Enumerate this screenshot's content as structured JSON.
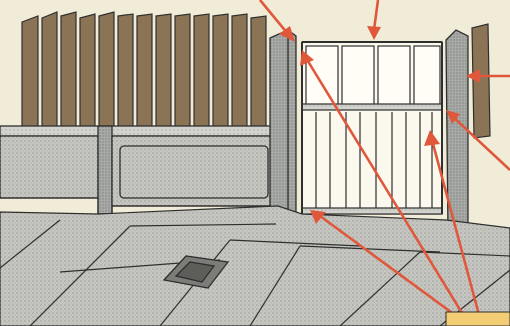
{
  "illustration": {
    "subject": "picket-fence-and-garden-gate",
    "callout_arrows": [
      "arrow-gate-top",
      "arrow-fence-post",
      "arrow-gate-rail",
      "arrow-gate-frame",
      "arrow-gate-bottom-left",
      "arrow-gate-bottom-right"
    ],
    "label_box_text": ""
  },
  "colors": {
    "background": "#f1ecd8",
    "fence_wood": "#8b7355",
    "post_grey": "#b9bcb8",
    "pavement": "#c9c9c4",
    "ink": "#2f2f2f",
    "arrow": "#e0583c",
    "label_box": "#f3cd74"
  }
}
